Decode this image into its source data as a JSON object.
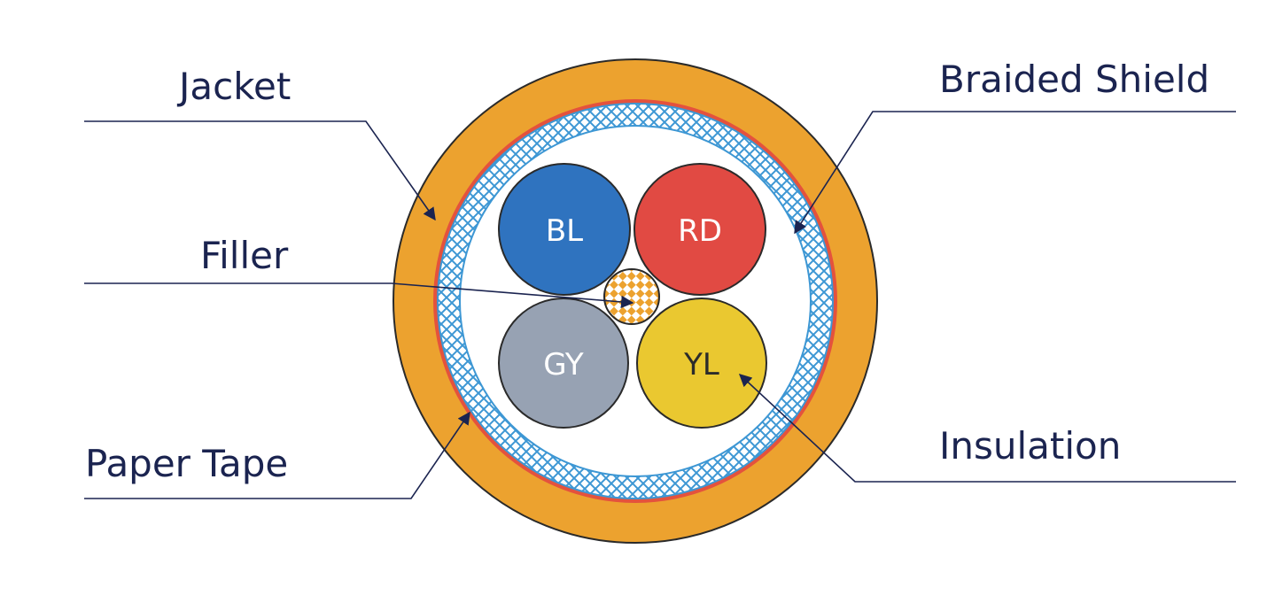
{
  "labels": {
    "jacket": "Jacket",
    "filler": "Filler",
    "paper_tape": "Paper Tape",
    "braided_shield": "Braided Shield",
    "insulation": "Insulation"
  },
  "cores": {
    "bl": {
      "label": "BL",
      "color": "#2f73bf",
      "text_color": "#ffffff"
    },
    "rd": {
      "label": "RD",
      "color": "#e14a43",
      "text_color": "#ffffff"
    },
    "gy": {
      "label": "GY",
      "color": "#97a2b3",
      "text_color": "#ffffff"
    },
    "yl": {
      "label": "YL",
      "color": "#eac830",
      "text_color": "#2b2b2b"
    }
  },
  "colors": {
    "jacket": "#eca22f",
    "paper_tape": "#e4523d",
    "braid": "#3d97d4",
    "filler_checker": "#eca22f",
    "leader_line": "#1b2450",
    "outline": "#2a2a2a"
  }
}
